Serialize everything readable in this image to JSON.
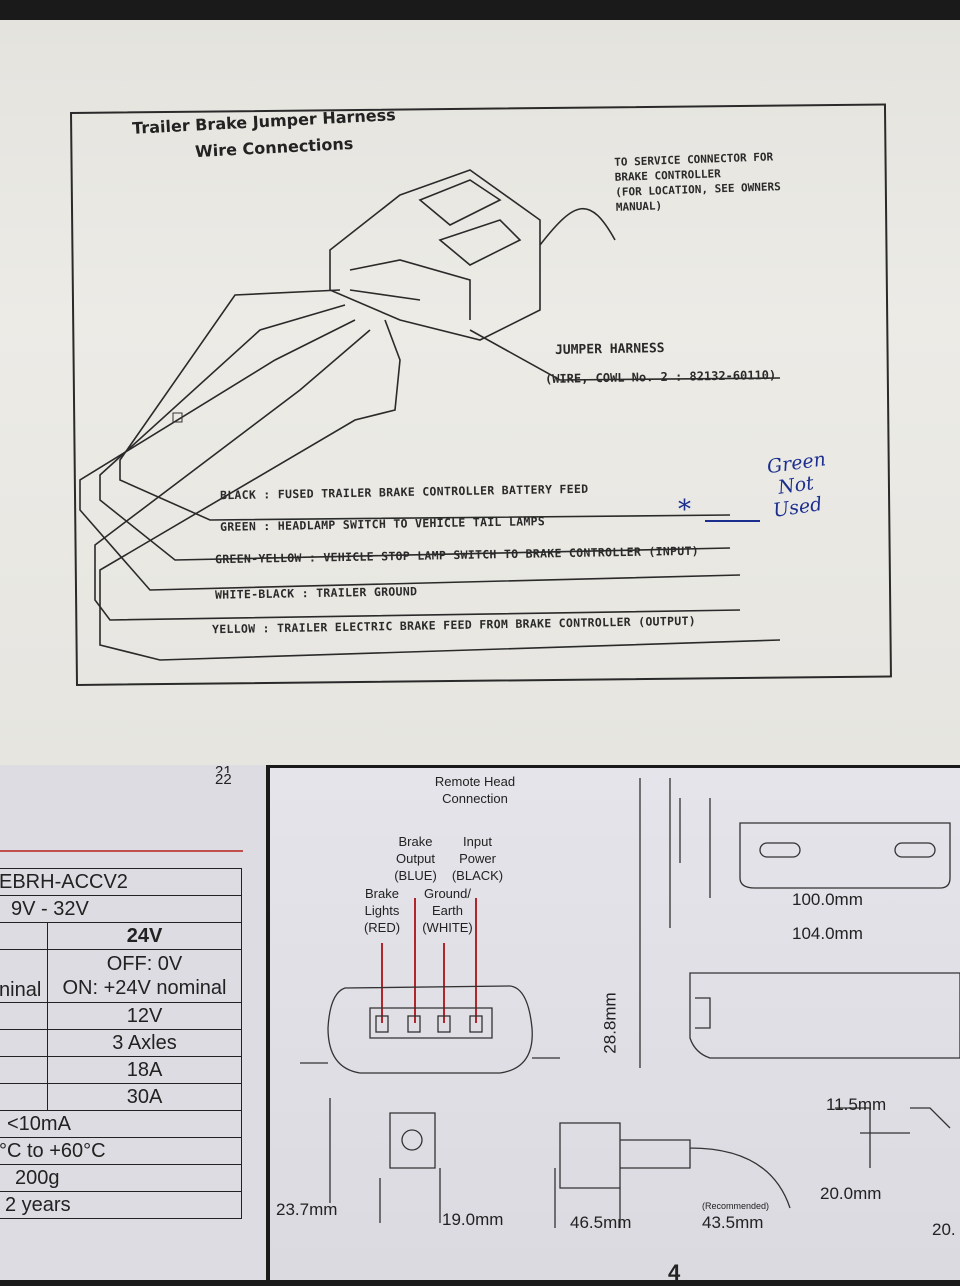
{
  "wiring_sheet": {
    "title_line1": "Trailer Brake Jumper Harness",
    "title_line2": "Wire Connections",
    "service_note": [
      "TO SERVICE CONNECTOR FOR",
      "BRAKE CONTROLLER",
      "(FOR LOCATION, SEE OWNERS",
      "MANUAL)"
    ],
    "jumper_label": "JUMPER HARNESS",
    "jumper_part": "(WIRE, COWL No. 2 : 82132-60110)",
    "wires": [
      "BLACK : FUSED TRAILER BRAKE CONTROLLER BATTERY FEED",
      "GREEN : HEADLAMP SWITCH TO VEHICLE TAIL LAMPS",
      "GREEN-YELLOW : VEHICLE STOP LAMP SWITCH TO BRAKE CONTROLLER (INPUT)",
      "WHITE-BLACK : TRAILER GROUND",
      "YELLOW : TRAILER ELECTRIC BRAKE FEED FROM BRAKE CONTROLLER (OUTPUT)"
    ],
    "handwritten_note": [
      "Green",
      "Not",
      "Used"
    ],
    "handwritten_mark": "*"
  },
  "spec_page": {
    "page_numbers": [
      "21",
      "22"
    ],
    "rows": [
      {
        "cells": [
          "EBRH-ACCV2"
        ]
      },
      {
        "cells": [
          "9V - 32V"
        ]
      },
      {
        "cells": [
          "",
          "24V"
        ]
      },
      {
        "cells": [
          "ninal",
          "OFF: 0V\nON: +24V nominal"
        ]
      },
      {
        "cells": [
          "",
          "12V"
        ]
      },
      {
        "cells": [
          "",
          "3 Axles"
        ]
      },
      {
        "cells": [
          "",
          "18A"
        ]
      },
      {
        "cells": [
          "",
          "30A"
        ]
      },
      {
        "cells": [
          "<10mA"
        ]
      },
      {
        "cells": [
          "°C to +60°C"
        ]
      },
      {
        "cells": [
          "200g"
        ]
      },
      {
        "cells": [
          "2 years"
        ]
      }
    ]
  },
  "dimension_page": {
    "connection_title": "Remote Head Connection",
    "pins": [
      {
        "label": "Brake Lights (RED)"
      },
      {
        "label": "Brake Output (BLUE)"
      },
      {
        "label": "Ground/ Earth (WHITE)"
      },
      {
        "label": "Input Power (BLACK)"
      }
    ],
    "dimensions": {
      "d100": "100.0mm",
      "d104": "104.0mm",
      "d288": "28.8mm",
      "d115": "11.5mm",
      "d200": "20.0mm",
      "d237": "23.7mm",
      "d190": "19.0mm",
      "d465": "46.5mm",
      "d435": "43.5mm",
      "recommended": "(Recommended)",
      "d20cut": "20."
    },
    "page_number": "4"
  },
  "colors": {
    "wire_red": "#b0262a",
    "ink_blue": "#1c2f8f"
  }
}
